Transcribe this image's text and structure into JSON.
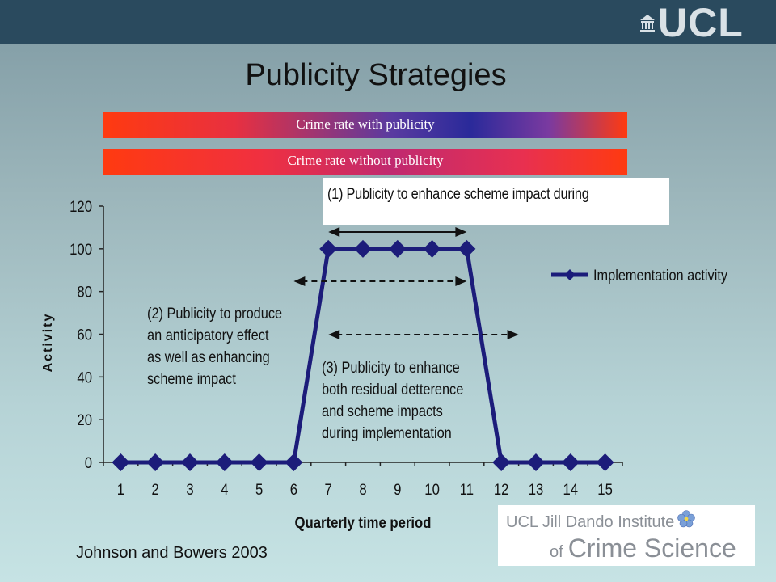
{
  "header": {
    "logo_text": "UCL"
  },
  "slide": {
    "title": "Publicity Strategies"
  },
  "bands": {
    "with_publicity": "Crime rate with publicity",
    "without_publicity": "Crime rate without publicity"
  },
  "annotations": {
    "one": "(1) Publicity to enhance scheme impact during",
    "two": [
      "(2) Publicity to produce",
      "an anticipatory effect",
      "as well as enhancing",
      "scheme impact"
    ],
    "three": [
      "(3) Publicity to enhance",
      "both residual detterence",
      "and scheme impacts",
      "during implementation"
    ]
  },
  "citation": "Johnson and Bowers 2003",
  "institute": {
    "line1": "UCL Jill Dando Institute",
    "line2_prefix": "of",
    "line2": "Crime Science"
  },
  "chart_data": {
    "type": "line",
    "categories": [
      "1",
      "2",
      "3",
      "4",
      "5",
      "6",
      "7",
      "8",
      "9",
      "10",
      "11",
      "12",
      "13",
      "14",
      "15"
    ],
    "series": [
      {
        "name": "Implementation activity",
        "values": [
          0,
          0,
          0,
          0,
          0,
          0,
          100,
          100,
          100,
          100,
          100,
          0,
          0,
          0,
          0
        ],
        "color": "#1c1c7a"
      }
    ],
    "yticks": [
      "0",
      "20",
      "40",
      "60",
      "80",
      "100",
      "120"
    ],
    "ylim": [
      0,
      120
    ],
    "xlabel": "Quarterly time period",
    "ylabel": "Activity",
    "legend_position": "right",
    "arrows": [
      {
        "name": "arrow-1",
        "from": 7,
        "to": 11,
        "style": "solid"
      },
      {
        "name": "arrow-2",
        "from": 6,
        "to": 11,
        "style": "dashed"
      },
      {
        "name": "arrow-3",
        "from": 7,
        "to": 12.5,
        "style": "dashed"
      }
    ]
  }
}
